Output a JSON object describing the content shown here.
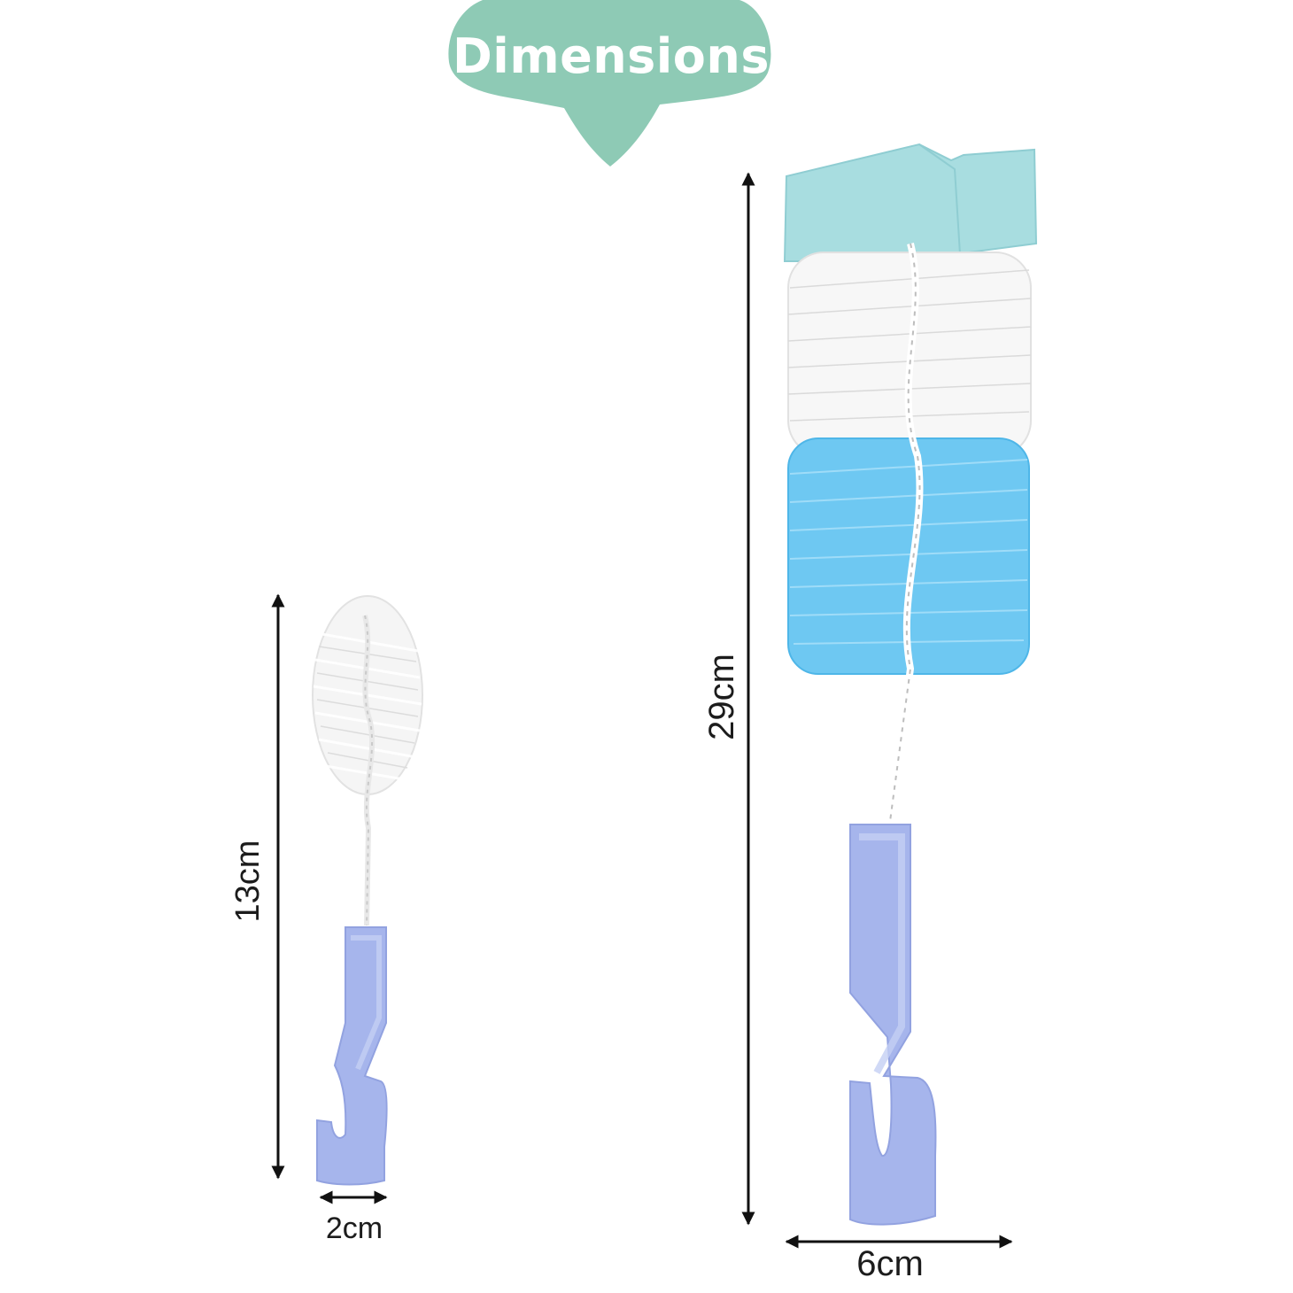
{
  "badge": {
    "title": "Dimensions",
    "color": "#8ecab5"
  },
  "colors": {
    "arrow": "#111111",
    "handle": "#a6b5ec",
    "sponge": "#a8dde0",
    "bristle_white": "#f7f7f7",
    "bristle_blue": "#6ec8f2"
  },
  "small_brush": {
    "height_label": "13cm",
    "width_label": "2cm"
  },
  "large_brush": {
    "height_label": "29cm",
    "width_label": "6cm"
  }
}
